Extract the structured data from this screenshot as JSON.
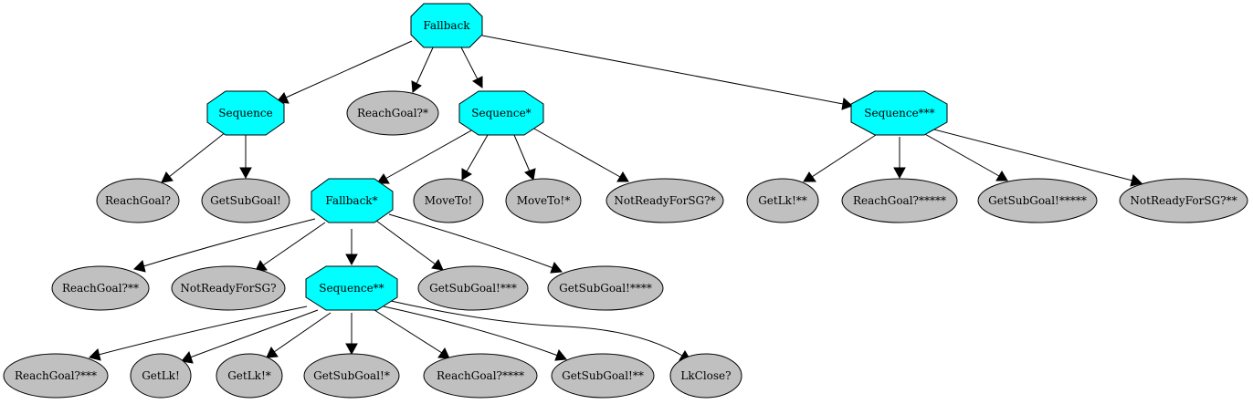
{
  "colors": {
    "control_fill": "#00ffff",
    "leaf_fill": "#c0c0c0",
    "stroke": "#000000",
    "background": "#ffffff"
  },
  "nodes": {
    "n_fallback": "Fallback",
    "n_seq": "Sequence",
    "n_reach_1": "ReachGoal?*",
    "n_seq_1": "Sequence*",
    "n_seq_3": "Sequence***",
    "n_reach_0": "ReachGoal?",
    "n_getsub_0": "GetSubGoal!",
    "n_fallback_1": "Fallback*",
    "n_moveto": "MoveTo!",
    "n_moveto_1": "MoveTo!*",
    "n_notready_1": "NotReadyForSG?*",
    "n_getlk_2": "GetLk!**",
    "n_reach_5": "ReachGoal?*****",
    "n_getsub_5": "GetSubGoal!*****",
    "n_notready_2": "NotReadyForSG?**",
    "n_reach_2": "ReachGoal?**",
    "n_notready_0": "NotReadyForSG?",
    "n_seq_2": "Sequence**",
    "n_getsub_3": "GetSubGoal!***",
    "n_getsub_4": "GetSubGoal!****",
    "n_reach_3": "ReachGoal?***",
    "n_getlk_0": "GetLk!",
    "n_getlk_1": "GetLk!*",
    "n_getsub_1": "GetSubGoal!*",
    "n_reach_4": "ReachGoal?****",
    "n_getsub_2": "GetSubGoal!**",
    "n_lkclose": "LkClose?"
  }
}
